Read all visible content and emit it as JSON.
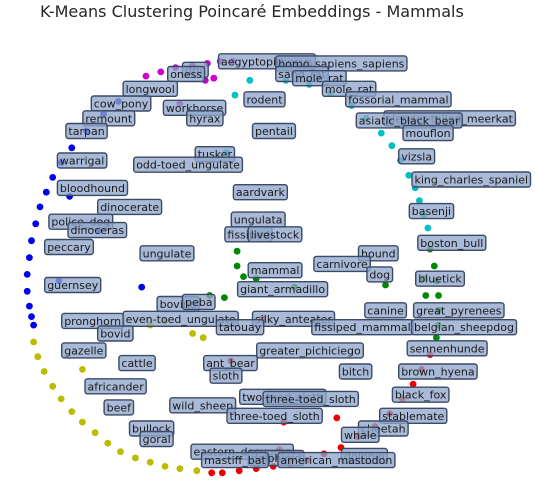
{
  "chart_data": {
    "type": "scatter",
    "title": "K-Means Clustering Poincaré Embeddings - Mammals",
    "xlabel": "",
    "ylabel": "",
    "xlim": [
      -1,
      1
    ],
    "ylim": [
      -1,
      1
    ],
    "grid": false,
    "clusters": [
      {
        "color": "#0000ee",
        "points": [
          [
            -0.55,
            0.78
          ],
          [
            -0.62,
            0.72
          ],
          [
            -0.7,
            0.64
          ],
          [
            -0.77,
            0.56
          ],
          [
            -0.82,
            0.49
          ],
          [
            -0.86,
            0.42
          ],
          [
            -0.89,
            0.35
          ],
          [
            -0.92,
            0.28
          ],
          [
            -0.94,
            0.2
          ],
          [
            -0.96,
            0.12
          ],
          [
            -0.97,
            0.04
          ],
          [
            -0.98,
            -0.04
          ],
          [
            -0.98,
            -0.12
          ],
          [
            -0.97,
            -0.19
          ],
          [
            -0.96,
            -0.24
          ],
          [
            -0.95,
            -0.28
          ],
          [
            -0.78,
            0.33
          ],
          [
            -0.64,
            0.17
          ],
          [
            -0.83,
            -0.07
          ],
          [
            -0.44,
            -0.1
          ]
        ]
      },
      {
        "color": "#cc00cc",
        "points": [
          [
            -0.42,
            0.9
          ],
          [
            -0.35,
            0.92
          ],
          [
            -0.28,
            0.94
          ],
          [
            -0.2,
            0.95
          ],
          [
            -0.13,
            0.96
          ],
          [
            -0.07,
            0.97
          ],
          [
            -0.01,
            0.97
          ],
          [
            -0.26,
            0.77
          ],
          [
            -0.14,
            0.88
          ],
          [
            -0.1,
            0.89
          ]
        ]
      },
      {
        "color": "#00c0c0",
        "points": [
          [
            0.24,
            0.88
          ],
          [
            0.35,
            0.86
          ],
          [
            0.45,
            0.82
          ],
          [
            0.55,
            0.76
          ],
          [
            0.62,
            0.7
          ],
          [
            0.69,
            0.63
          ],
          [
            0.74,
            0.57
          ],
          [
            0.78,
            0.5
          ],
          [
            0.82,
            0.43
          ],
          [
            0.85,
            0.37
          ],
          [
            0.87,
            0.31
          ],
          [
            0.89,
            0.24
          ],
          [
            0.91,
            0.18
          ],
          [
            0.07,
            0.88
          ],
          [
            0.0,
            0.81
          ],
          [
            -0.04,
            0.54
          ]
        ]
      },
      {
        "color": "#008800",
        "points": [
          [
            0.92,
            0.08
          ],
          [
            0.94,
            0.0
          ],
          [
            0.95,
            -0.07
          ],
          [
            0.96,
            -0.14
          ],
          [
            0.96,
            -0.21
          ],
          [
            0.96,
            -0.28
          ],
          [
            0.95,
            -0.34
          ],
          [
            0.9,
            -0.14
          ],
          [
            0.89,
            -0.06
          ],
          [
            0.71,
            -0.09
          ],
          [
            0.01,
            0.07
          ],
          [
            0.01,
            0.0
          ],
          [
            0.04,
            -0.05
          ],
          [
            0.1,
            -0.06
          ],
          [
            0.28,
            -0.1
          ],
          [
            -0.12,
            -0.14
          ],
          [
            -0.05,
            -0.15
          ]
        ]
      },
      {
        "color": "#bbbb00",
        "points": [
          [
            -0.95,
            -0.36
          ],
          [
            -0.93,
            -0.43
          ],
          [
            -0.9,
            -0.5
          ],
          [
            -0.86,
            -0.57
          ],
          [
            -0.82,
            -0.63
          ],
          [
            -0.77,
            -0.69
          ],
          [
            -0.72,
            -0.74
          ],
          [
            -0.66,
            -0.79
          ],
          [
            -0.6,
            -0.84
          ],
          [
            -0.54,
            -0.88
          ],
          [
            -0.47,
            -0.91
          ],
          [
            -0.4,
            -0.93
          ],
          [
            -0.33,
            -0.95
          ],
          [
            -0.26,
            -0.96
          ],
          [
            -0.18,
            -0.97
          ],
          [
            -0.72,
            -0.49
          ],
          [
            -0.2,
            -0.32
          ],
          [
            -0.15,
            -0.34
          ],
          [
            -0.4,
            -0.28
          ],
          [
            -0.33,
            -0.26
          ]
        ]
      },
      {
        "color": "#ee0000",
        "points": [
          [
            0.92,
            -0.42
          ],
          [
            0.88,
            -0.49
          ],
          [
            0.84,
            -0.56
          ],
          [
            0.79,
            -0.63
          ],
          [
            0.73,
            -0.7
          ],
          [
            0.66,
            -0.76
          ],
          [
            0.58,
            -0.81
          ],
          [
            0.5,
            -0.86
          ],
          [
            0.42,
            -0.89
          ],
          [
            0.34,
            -0.92
          ],
          [
            0.26,
            -0.94
          ],
          [
            0.18,
            -0.95
          ],
          [
            0.1,
            -0.96
          ],
          [
            0.02,
            -0.97
          ],
          [
            -0.06,
            -0.98
          ],
          [
            -0.11,
            -0.98
          ],
          [
            0.48,
            -0.72
          ],
          [
            0.21,
            -0.87
          ],
          [
            0.23,
            -0.74
          ],
          [
            -0.02,
            -0.45
          ],
          [
            0.13,
            -0.25
          ]
        ]
      }
    ],
    "annotations": [
      {
        "text": "aegyptopithecus",
        "x": -0.08,
        "y": 0.97
      },
      {
        "text": "homo_sapiens_sapiens",
        "x": 0.19,
        "y": 0.96
      },
      {
        "text": "drill",
        "x": -0.25,
        "y": 0.93
      },
      {
        "text": "sand_rat",
        "x": 0.19,
        "y": 0.91
      },
      {
        "text": "rodent",
        "x": 0.04,
        "y": 0.79
      },
      {
        "text": "mole_rat",
        "x": 0.27,
        "y": 0.89
      },
      {
        "text": "mole_rat",
        "x": 0.41,
        "y": 0.84
      },
      {
        "text": "oness",
        "x": -0.32,
        "y": 0.91
      },
      {
        "text": "fossorial_mammal",
        "x": 0.52,
        "y": 0.79
      },
      {
        "text": "longwool",
        "x": -0.53,
        "y": 0.84
      },
      {
        "text": "cow_pony",
        "x": -0.68,
        "y": 0.77
      },
      {
        "text": "workhorse",
        "x": -0.34,
        "y": 0.75
      },
      {
        "text": "remount",
        "x": -0.72,
        "y": 0.7
      },
      {
        "text": "hyrax",
        "x": -0.23,
        "y": 0.7
      },
      {
        "text": "slender-tailed_meerkat",
        "x": 0.7,
        "y": 0.7
      },
      {
        "text": "asiatic_black_bear",
        "x": 0.57,
        "y": 0.69
      },
      {
        "text": "pentail",
        "x": 0.08,
        "y": 0.64
      },
      {
        "text": "tarpan",
        "x": -0.8,
        "y": 0.64
      },
      {
        "text": "mouflon",
        "x": 0.79,
        "y": 0.63
      },
      {
        "text": "tusker",
        "x": -0.19,
        "y": 0.53
      },
      {
        "text": "warrigal",
        "x": -0.84,
        "y": 0.5
      },
      {
        "text": "vizsla",
        "x": 0.77,
        "y": 0.52
      },
      {
        "text": "odd-toed_ungulate",
        "x": -0.48,
        "y": 0.48
      },
      {
        "text": "king_charles_spaniel",
        "x": 0.91,
        "y": 0.41
      },
      {
        "text": "bloodhound",
        "x": -0.84,
        "y": 0.37
      },
      {
        "text": "aardvark",
        "x": -0.01,
        "y": 0.35
      },
      {
        "text": "dinocerate",
        "x": -0.65,
        "y": 0.28
      },
      {
        "text": "basenji",
        "x": 0.82,
        "y": 0.26
      },
      {
        "text": "ungulata",
        "x": -0.02,
        "y": 0.22
      },
      {
        "text": "police_dog",
        "x": -0.88,
        "y": 0.21
      },
      {
        "text": "dinoceras",
        "x": -0.79,
        "y": 0.17
      },
      {
        "text": "fissiped",
        "x": -0.05,
        "y": 0.15
      },
      {
        "text": "livestock",
        "x": 0.06,
        "y": 0.15
      },
      {
        "text": "peccary",
        "x": -0.9,
        "y": 0.09
      },
      {
        "text": "boston_bull",
        "x": 0.86,
        "y": 0.11
      },
      {
        "text": "ungulate",
        "x": -0.45,
        "y": 0.06
      },
      {
        "text": "hound",
        "x": 0.58,
        "y": 0.06
      },
      {
        "text": "carnivore",
        "x": 0.37,
        "y": 0.01
      },
      {
        "text": "mammal",
        "x": 0.06,
        "y": -0.02
      },
      {
        "text": "dog",
        "x": 0.62,
        "y": -0.04
      },
      {
        "text": "guernsey",
        "x": -0.9,
        "y": -0.09
      },
      {
        "text": "bluetick",
        "x": 0.85,
        "y": -0.06
      },
      {
        "text": "giant_armadillo",
        "x": 0.01,
        "y": -0.11
      },
      {
        "text": "bovine",
        "x": -0.37,
        "y": -0.18
      },
      {
        "text": "peba",
        "x": -0.25,
        "y": -0.17
      },
      {
        "text": "canine",
        "x": 0.61,
        "y": -0.21
      },
      {
        "text": "great_pyrenees",
        "x": 0.84,
        "y": -0.21
      },
      {
        "text": "pronghorn",
        "x": -0.82,
        "y": -0.26
      },
      {
        "text": "even-toed_ungulate",
        "x": -0.53,
        "y": -0.25
      },
      {
        "text": "silky_anteater",
        "x": 0.08,
        "y": -0.25
      },
      {
        "text": "tatouay",
        "x": -0.09,
        "y": -0.29
      },
      {
        "text": "fissiped_mammal",
        "x": 0.36,
        "y": -0.29
      },
      {
        "text": "bovid",
        "x": -0.65,
        "y": -0.32
      },
      {
        "text": "belgian_sheepdog",
        "x": 0.83,
        "y": -0.29
      },
      {
        "text": "gazelle",
        "x": -0.82,
        "y": -0.4
      },
      {
        "text": "greater_pichiciego",
        "x": 0.1,
        "y": -0.4
      },
      {
        "text": "sennenhunde",
        "x": 0.81,
        "y": -0.39
      },
      {
        "text": "cattle",
        "x": -0.55,
        "y": -0.46
      },
      {
        "text": "ant_bear",
        "x": -0.15,
        "y": -0.46
      },
      {
        "text": "bitch",
        "x": 0.49,
        "y": -0.5
      },
      {
        "text": "brown_hyena",
        "x": 0.77,
        "y": -0.5
      },
      {
        "text": "sloth",
        "x": -0.12,
        "y": -0.52
      },
      {
        "text": "africander",
        "x": -0.71,
        "y": -0.57
      },
      {
        "text": "two-toed_sloth",
        "x": 0.02,
        "y": -0.62
      },
      {
        "text": "three-toed_sloth",
        "x": 0.13,
        "y": -0.63
      },
      {
        "text": "black_fox",
        "x": 0.74,
        "y": -0.61
      },
      {
        "text": "beef",
        "x": -0.62,
        "y": -0.67
      },
      {
        "text": "wild_sheep",
        "x": -0.31,
        "y": -0.66
      },
      {
        "text": "stablemate",
        "x": 0.68,
        "y": -0.71
      },
      {
        "text": "three-toed_sloth",
        "x": -0.04,
        "y": -0.71
      },
      {
        "text": "cheetah",
        "x": 0.58,
        "y": -0.77
      },
      {
        "text": "bullock",
        "x": -0.5,
        "y": -0.77
      },
      {
        "text": "whale",
        "x": 0.5,
        "y": -0.8
      },
      {
        "text": "goral",
        "x": -0.45,
        "y": -0.82
      },
      {
        "text": "eastern_dasyurus",
        "x": -0.21,
        "y": -0.88
      },
      {
        "text": "delphinid",
        "x": 0.06,
        "y": -0.91
      },
      {
        "text": "dolphin",
        "x": 0.5,
        "y": -0.9
      },
      {
        "text": "mastiff_bat",
        "x": -0.16,
        "y": -0.92
      },
      {
        "text": "american_mastodon",
        "x": 0.2,
        "y": -0.92
      }
    ]
  }
}
